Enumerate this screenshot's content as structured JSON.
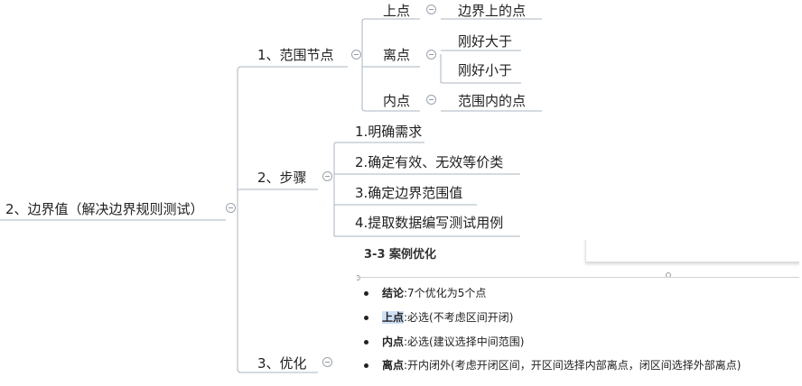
{
  "root": {
    "label": "2、边界值（解决边界规则测试）"
  },
  "branches": [
    {
      "label": "1、范围节点"
    },
    {
      "label": "2、步骤"
    },
    {
      "label": "3、优化"
    }
  ],
  "range": {
    "upper": {
      "label": "上点",
      "note": "边界上的点"
    },
    "off": {
      "label": "离点",
      "notes": [
        "刚好大于",
        "刚好小于"
      ]
    },
    "inner": {
      "label": "内点",
      "note": "范围内的点"
    }
  },
  "steps": [
    "1.明确需求",
    "2.确定有效、无效等价类",
    "3.确定边界范围值",
    "4.提取数据编写测试用例"
  ],
  "embedded": {
    "title": "3-3 案例优化",
    "bullets": [
      {
        "key": "结论",
        "text": ":7个优化为5个点"
      },
      {
        "key": "上点",
        "text": ":必选(不考虑区间开闭)"
      },
      {
        "key": "内点",
        "text": ":必选(建议选择中间范围)"
      },
      {
        "key": "离点",
        "text": ":开内闭外(考虑开闭区间，开区间选择内部离点，闭区间选择外部离点)"
      }
    ]
  },
  "colors": {
    "line": "#aab4bf",
    "text": "#222222"
  }
}
